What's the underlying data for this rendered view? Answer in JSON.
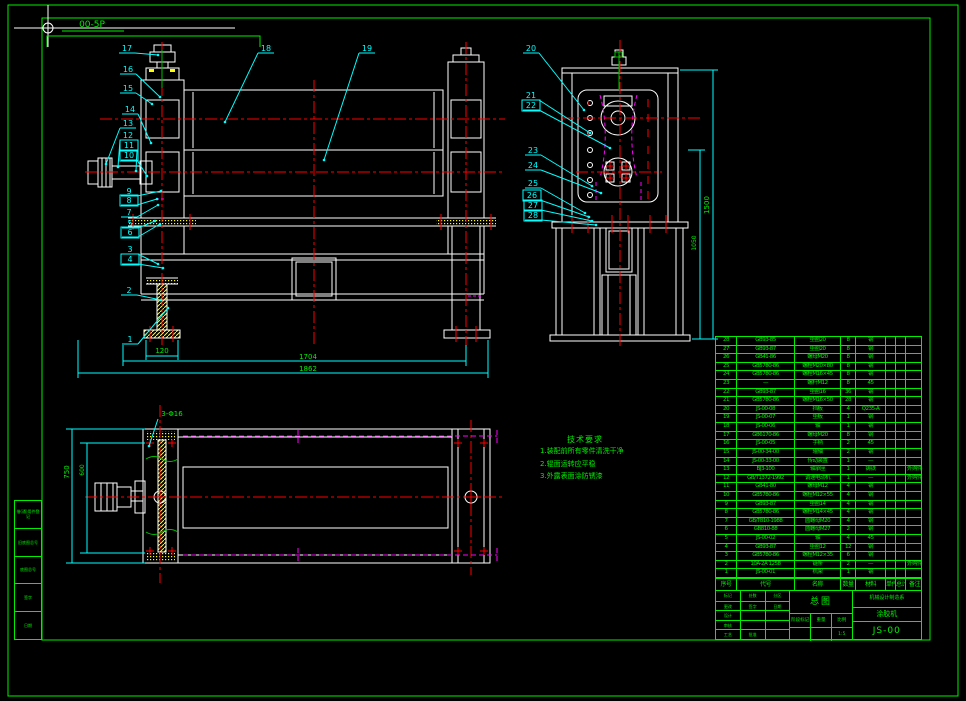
{
  "sheet": {
    "corner_label": "00-5P",
    "margin_labels": [
      "借(通)用件登记",
      "旧底图总号",
      "底图总号",
      "签字",
      "日期"
    ]
  },
  "colors": {
    "background": "#000000",
    "frame": "#00ef00",
    "geometry": "#ffffff",
    "centerline": "#ff0000",
    "hidden": "#ff00ff",
    "section_hatch": "#ffff00",
    "callout": "#00ffff",
    "text": "#00ef00"
  },
  "callouts": {
    "labels": [
      "1",
      "2",
      "3",
      "4",
      "5",
      "6",
      "7",
      "8",
      "9",
      "10",
      "11",
      "12",
      "13",
      "14",
      "15",
      "16",
      "17",
      "18",
      "19",
      "20",
      "21",
      "22",
      "23",
      "24",
      "25",
      "26",
      "27",
      "28"
    ],
    "boxed": [
      "4",
      "6",
      "8",
      "10",
      "11",
      "22",
      "26",
      "27",
      "28"
    ]
  },
  "dims": {
    "front_leg": "120",
    "front_inner": "1704",
    "front_overall": "1862",
    "side_height": "1500",
    "side_inner": "1050",
    "top_overall": "750",
    "top_inner": "600",
    "holes": "3-Φ16"
  },
  "notes": {
    "title": "技术要求",
    "lines": [
      "1.装配前所有零件清洗干净",
      "2.辊面运转应平稳",
      "3.外露表面涂防锈漆"
    ]
  },
  "parts_table": {
    "headers": [
      "序号",
      "代号",
      "名称",
      "数量",
      "材料",
      "单件",
      "总计",
      "备注"
    ],
    "rows": [
      {
        "no": "28",
        "code": "GB93-85",
        "name": "垫圈20",
        "qty": "8",
        "mat": "钢",
        "w1": "",
        "w2": "",
        "rem": ""
      },
      {
        "no": "27",
        "code": "GB93-87",
        "name": "垫圈20",
        "qty": "8",
        "mat": "钢",
        "w1": "",
        "w2": "",
        "rem": ""
      },
      {
        "no": "26",
        "code": "GB41-86",
        "name": "螺母M20",
        "qty": "8",
        "mat": "钢",
        "w1": "",
        "w2": "",
        "rem": ""
      },
      {
        "no": "25",
        "code": "GB5780-86",
        "name": "螺栓M20×80",
        "qty": "8",
        "mat": "钢",
        "w1": "",
        "w2": "",
        "rem": ""
      },
      {
        "no": "24",
        "code": "GB5780-86",
        "name": "螺栓M16×45",
        "qty": "8",
        "mat": "钢",
        "w1": "",
        "w2": "",
        "rem": ""
      },
      {
        "no": "23",
        "code": "—",
        "name": "螺杆M12",
        "qty": "8",
        "mat": "45",
        "w1": "",
        "w2": "",
        "rem": ""
      },
      {
        "no": "22",
        "code": "GB93-87",
        "name": "垫圈16",
        "qty": "36",
        "mat": "钢",
        "w1": "",
        "w2": "",
        "rem": ""
      },
      {
        "no": "21",
        "code": "GB5780-86",
        "name": "螺栓M16×50",
        "qty": "28",
        "mat": "钢",
        "w1": "",
        "w2": "",
        "rem": ""
      },
      {
        "no": "20",
        "code": "JS-00-08",
        "name": "挡板",
        "qty": "4",
        "mat": "Q235-A",
        "w1": "",
        "w2": "",
        "rem": ""
      },
      {
        "no": "19",
        "code": "JS-00-07",
        "name": "垫板",
        "qty": "1",
        "mat": "钢",
        "w1": "",
        "w2": "",
        "rem": ""
      },
      {
        "no": "18",
        "code": "JS-00-06",
        "name": "轴",
        "qty": "1",
        "mat": "钢",
        "w1": "",
        "w2": "",
        "rem": ""
      },
      {
        "no": "17",
        "code": "GB6170-86",
        "name": "螺母M20",
        "qty": "8",
        "mat": "钢",
        "w1": "",
        "w2": "",
        "rem": ""
      },
      {
        "no": "16",
        "code": "JS-00-05",
        "name": "手柄",
        "qty": "2",
        "mat": "45",
        "w1": "",
        "w2": "",
        "rem": ""
      },
      {
        "no": "15",
        "code": "JS-00-34-00",
        "name": "辊轴",
        "qty": "2",
        "mat": "钢",
        "w1": "",
        "w2": "",
        "rem": ""
      },
      {
        "no": "14",
        "code": "JS-00-33-00",
        "name": "传动装置",
        "qty": "1",
        "mat": "—",
        "w1": "",
        "w2": "",
        "rem": ""
      },
      {
        "no": "13",
        "code": "BJ3-100",
        "name": "轴承座",
        "qty": "1",
        "mat": "铸铁",
        "w1": "",
        "w2": "",
        "rem": "外购件"
      },
      {
        "no": "12",
        "code": "GB/T1372-1992",
        "name": "调速电动机",
        "qty": "1",
        "mat": "—",
        "w1": "",
        "w2": "",
        "rem": "外购件"
      },
      {
        "no": "11",
        "code": "GB41-80",
        "name": "螺母M12",
        "qty": "4",
        "mat": "钢",
        "w1": "",
        "w2": "",
        "rem": ""
      },
      {
        "no": "10",
        "code": "GB5780-86",
        "name": "螺栓M12×55",
        "qty": "4",
        "mat": "钢",
        "w1": "",
        "w2": "",
        "rem": ""
      },
      {
        "no": "9",
        "code": "GB93-87",
        "name": "垫圈14",
        "qty": "4",
        "mat": "钢",
        "w1": "",
        "w2": "",
        "rem": ""
      },
      {
        "no": "8",
        "code": "GB5780-86",
        "name": "螺栓M14×45",
        "qty": "4",
        "mat": "钢",
        "w1": "",
        "w2": "",
        "rem": ""
      },
      {
        "no": "7",
        "code": "GB/T810-1988",
        "name": "圆螺母M20",
        "qty": "4",
        "mat": "钢",
        "w1": "",
        "w2": "",
        "rem": ""
      },
      {
        "no": "6",
        "code": "GB810-88",
        "name": "圆螺母M27",
        "qty": "2",
        "mat": "钢",
        "w1": "",
        "w2": "",
        "rem": ""
      },
      {
        "no": "5",
        "code": "JS-00-02",
        "name": "轴",
        "qty": "4",
        "mat": "45",
        "w1": "",
        "w2": "",
        "rem": ""
      },
      {
        "no": "4",
        "code": "GB93-87",
        "name": "垫圈12",
        "qty": "12",
        "mat": "钢",
        "w1": "",
        "w2": "",
        "rem": ""
      },
      {
        "no": "3",
        "code": "GB5780-86",
        "name": "螺栓M12×35",
        "qty": "6",
        "mat": "钢",
        "w1": "",
        "w2": "",
        "rem": ""
      },
      {
        "no": "2",
        "code": "10A-2A 1258",
        "name": "链条",
        "qty": "2",
        "mat": "—",
        "w1": "",
        "w2": "",
        "rem": "外购件"
      },
      {
        "no": "1",
        "code": "JS-00-01",
        "name": "机架",
        "qty": "1",
        "mat": "钢",
        "w1": "",
        "w2": "",
        "rem": ""
      }
    ]
  },
  "title_block": {
    "left_labels": [
      "标记",
      "处数",
      "分区",
      "更改",
      "签字",
      "日期",
      "设计",
      "",
      "",
      "审核",
      "",
      "",
      "工艺",
      "批准",
      ""
    ],
    "drawing_name": "总图",
    "stage_label": "阶段标记",
    "weight_label": "重量",
    "scale_label": "比例",
    "scale_value": "1:5",
    "unit_name": "机械设计制造系",
    "product_name": "涂胶机",
    "drawing_no": "JS-00"
  }
}
